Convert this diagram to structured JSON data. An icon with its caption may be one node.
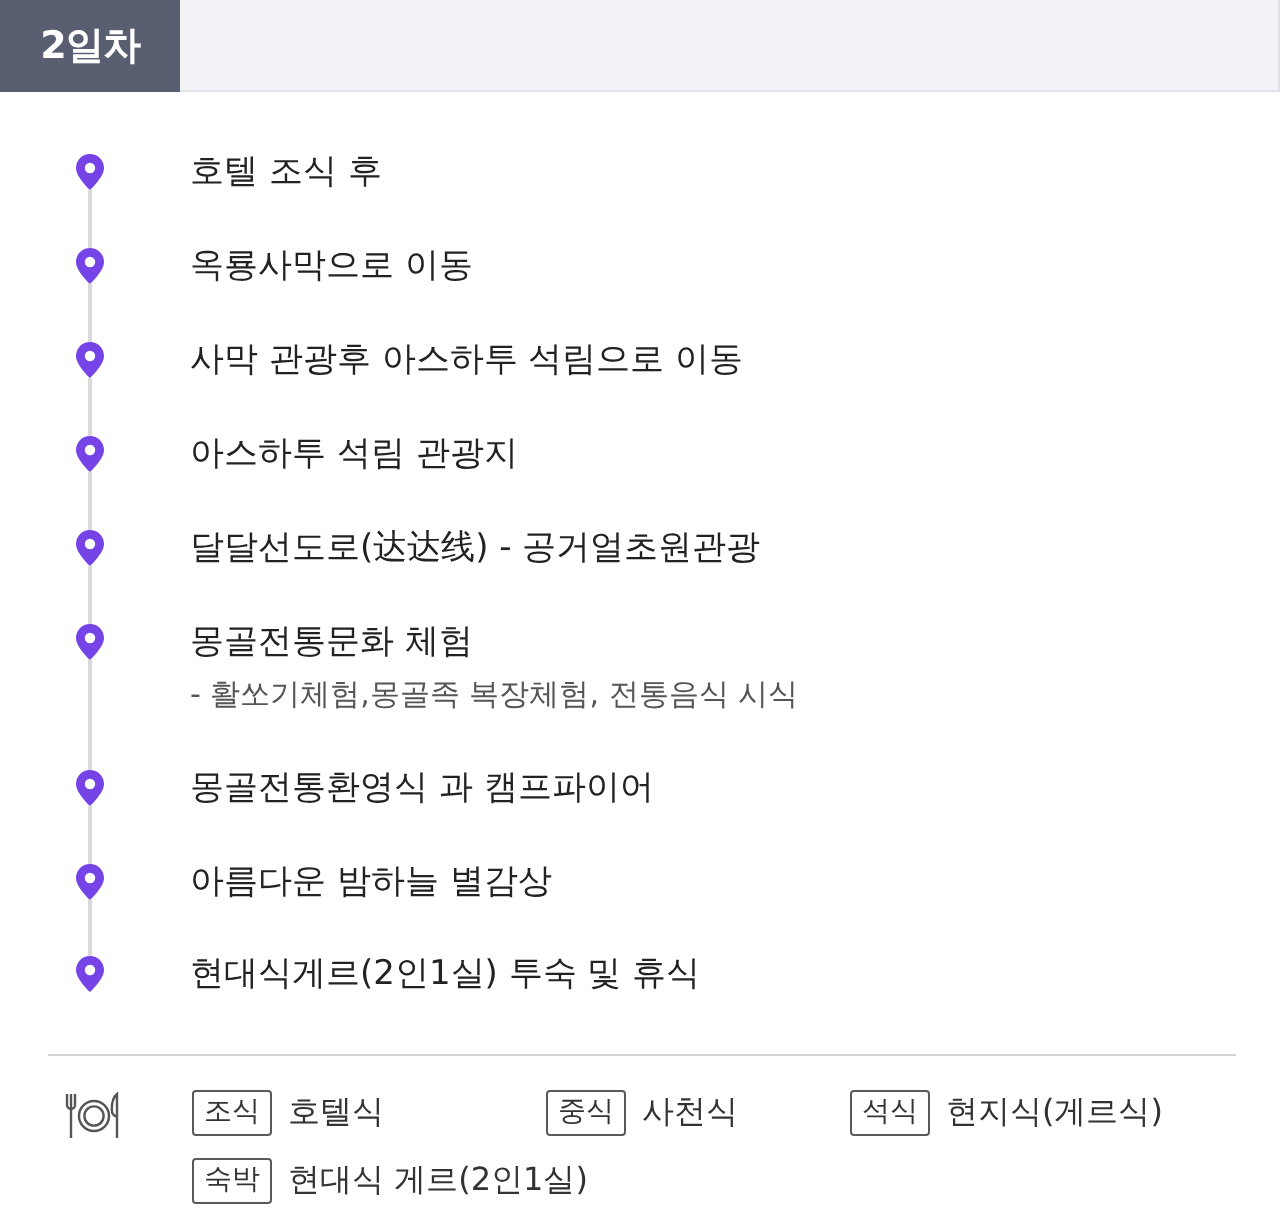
{
  "diagram": {
    "title": "2일차",
    "nodes": [
      {
        "text": [
          "호텔 조식 후"
        ]
      },
      {
        "text": [
          "옥룡사막으로 이동"
        ]
      },
      {
        "text": [
          "사막 관광후 아스하투 석림으로 이동"
        ]
      },
      {
        "text": [
          "아스하투 석림 관광지"
        ]
      },
      {
        "text": [
          "달달선도로(达达线) - 공거얼초원관광"
        ]
      },
      {
        "text": [
          "몽골전통문화 체험"
        ],
        "beside": [
          "- 활쏘기체험,몽골족 복장체험, 전통음식 시식"
        ]
      },
      {
        "text": [
          "몽골전통환영식 과 캠프파이어"
        ]
      },
      {
        "text": [
          "아름다운 밤하늘 별감상"
        ]
      },
      {
        "text": [
          "현대식게르(2인1실) 투숙 및 휴식"
        ]
      },
      {
        "text": [
          "조식"
        ],
        "beside": [
          "호텔식"
        ]
      },
      {
        "text": [
          "중식"
        ],
        "beside": [
          "사천식"
        ]
      },
      {
        "text": [
          "석식"
        ],
        "beside": [
          "현지식(게르식)"
        ]
      },
      {
        "text": [
          "숙박"
        ],
        "beside": [
          "현대식 게르(2인1실)"
        ]
      }
    ],
    "edges": [
      {
        "from": 0,
        "to": 1,
        "arrow": "none"
      },
      {
        "from": 1,
        "to": 2,
        "arrow": "none"
      },
      {
        "from": 2,
        "to": 3,
        "arrow": "none"
      },
      {
        "from": 3,
        "to": 4,
        "arrow": "none"
      },
      {
        "from": 4,
        "to": 5,
        "arrow": "none"
      },
      {
        "from": 5,
        "to": 6,
        "arrow": "none"
      },
      {
        "from": 6,
        "to": 7,
        "arrow": "none"
      },
      {
        "from": 7,
        "to": 8,
        "arrow": "none"
      }
    ]
  }
}
